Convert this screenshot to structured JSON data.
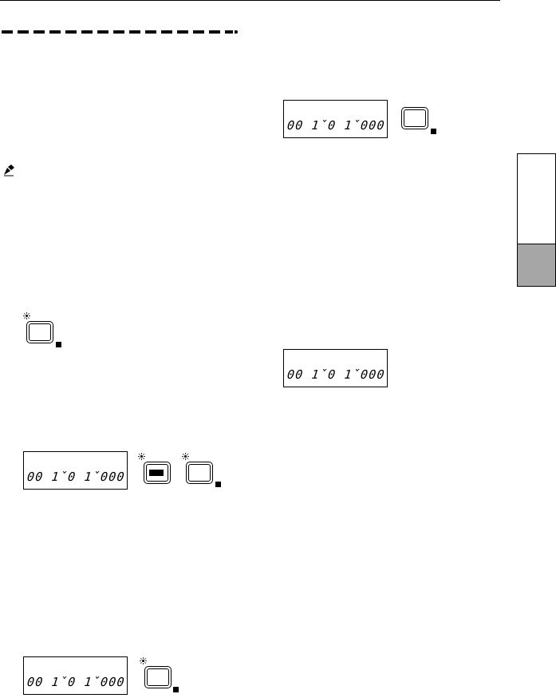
{
  "displays": [
    {
      "id": "lcd-right-top",
      "text": "00 1ˇ0 1ˇ000"
    },
    {
      "id": "lcd-right-mid",
      "text": "00 1ˇ0 1ˇ000"
    },
    {
      "id": "lcd-left-mid",
      "text": "00 1ˇ0 1ˇ000"
    },
    {
      "id": "lcd-left-bottom",
      "text": "00 1ˇ0 1ˇ000"
    }
  ],
  "icons": {
    "note": "pencil-note-icon",
    "led": "led-indicator-icon",
    "button": "push-button-icon"
  },
  "colors": {
    "ink": "#000000",
    "tab_fill": "#a6a6a6",
    "paper": "#ffffff"
  }
}
